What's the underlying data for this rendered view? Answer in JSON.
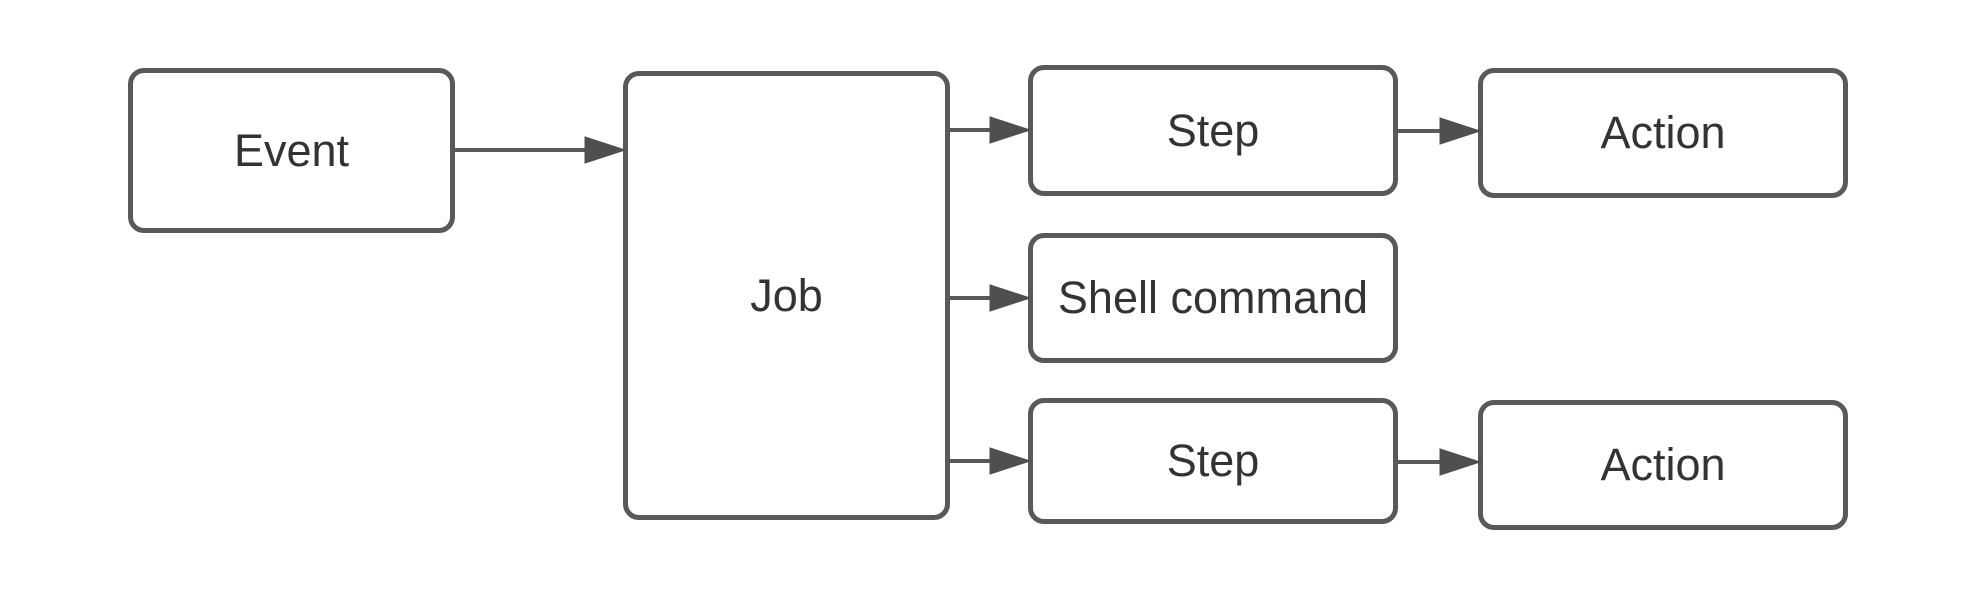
{
  "diagram": {
    "type": "flowchart",
    "background_color": "#ffffff",
    "node_fill_color": "#ffffff",
    "node_border_color": "#595959",
    "arrow_color": "#4f4f4f",
    "text_color": "#333333",
    "nodes": [
      {
        "id": "event",
        "label": "Event"
      },
      {
        "id": "job",
        "label": "Job"
      },
      {
        "id": "step-top",
        "label": "Step"
      },
      {
        "id": "shell-command",
        "label": "Shell command"
      },
      {
        "id": "step-bottom",
        "label": "Step"
      },
      {
        "id": "action-top",
        "label": "Action"
      },
      {
        "id": "action-bottom",
        "label": "Action"
      }
    ],
    "edges": [
      {
        "from": "Event",
        "to": "Job"
      },
      {
        "from": "Job",
        "to": "Step (top)"
      },
      {
        "from": "Job",
        "to": "Shell command"
      },
      {
        "from": "Job",
        "to": "Step (bottom)"
      },
      {
        "from": "Step (top)",
        "to": "Action (top)"
      },
      {
        "from": "Step (bottom)",
        "to": "Action (bottom)"
      }
    ]
  }
}
